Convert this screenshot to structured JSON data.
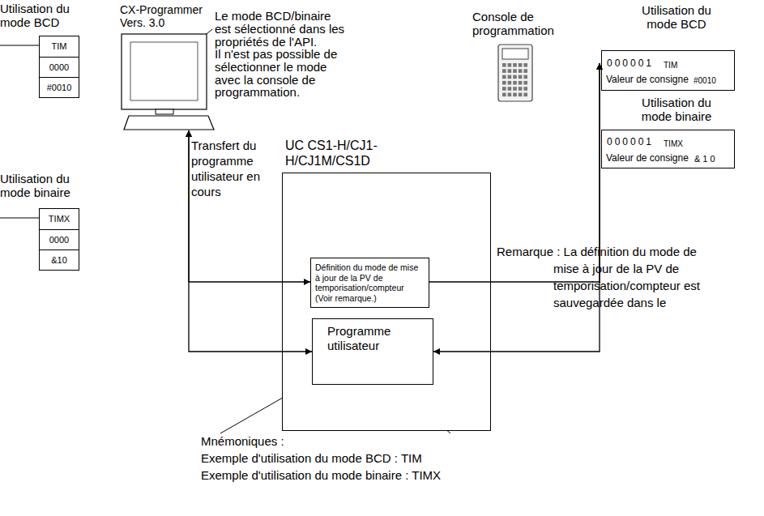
{
  "diagram": {
    "nodes": [
      {
        "text": [
          "Utilisation du mode BCD",
          "TIM",
          "0000",
          "#0010"
        ]
      },
      {
        "text": [
          "CX-Programmer Vers. 3.0"
        ]
      },
      {
        "text": [
          "Console de programmation"
        ]
      },
      {
        "text": [
          "Utilisation du mode BCD",
          "000001",
          "TIM",
          "Valeur de consigne",
          "#0010"
        ]
      },
      {
        "text": [
          "Utilisation du mode binaire",
          "000001",
          "TIMX",
          "Valeur de consigne",
          "&10"
        ]
      },
      {
        "text": [
          "Utilisation du mode binaire",
          "TIMX",
          "0000",
          "&10"
        ]
      },
      {
        "text": [
          "UC CS1-H/CJ1-H/CJ1M/CS1D"
        ]
      },
      {
        "text": [
          "Définition du mode de mise à jour de la PV de temporisation/compteur (Voir remarque.)"
        ],
        "in": 6
      },
      {
        "text": [
          "Programme utilisateur"
        ],
        "in": 6
      }
    ],
    "edges": [
      {
        "from": 1,
        "to": 7,
        "arrow": "both"
      },
      {
        "from": 1,
        "to": 8,
        "arrow": "both"
      },
      {
        "from": 7,
        "to": 2,
        "arrow": "to"
      },
      {
        "from": 8,
        "to": 2,
        "arrow": "both"
      }
    ],
    "labels": [
      "Le mode BCD/binaire est sélectionné dans les propriétés de l'API.",
      "Il n'est pas possible de sélectionner le mode avec la console de programmation.",
      "Transfert du programme utilisateur en cours",
      "Remarque : La définition du mode de mise à jour de la PV de temporisation/compteur est sauvegardée dans le",
      "Mnémoniques :",
      "Exemple d'utilisation du mode BCD : TIM",
      "Exemple d'utilisation du mode binaire : TIMX"
    ]
  }
}
